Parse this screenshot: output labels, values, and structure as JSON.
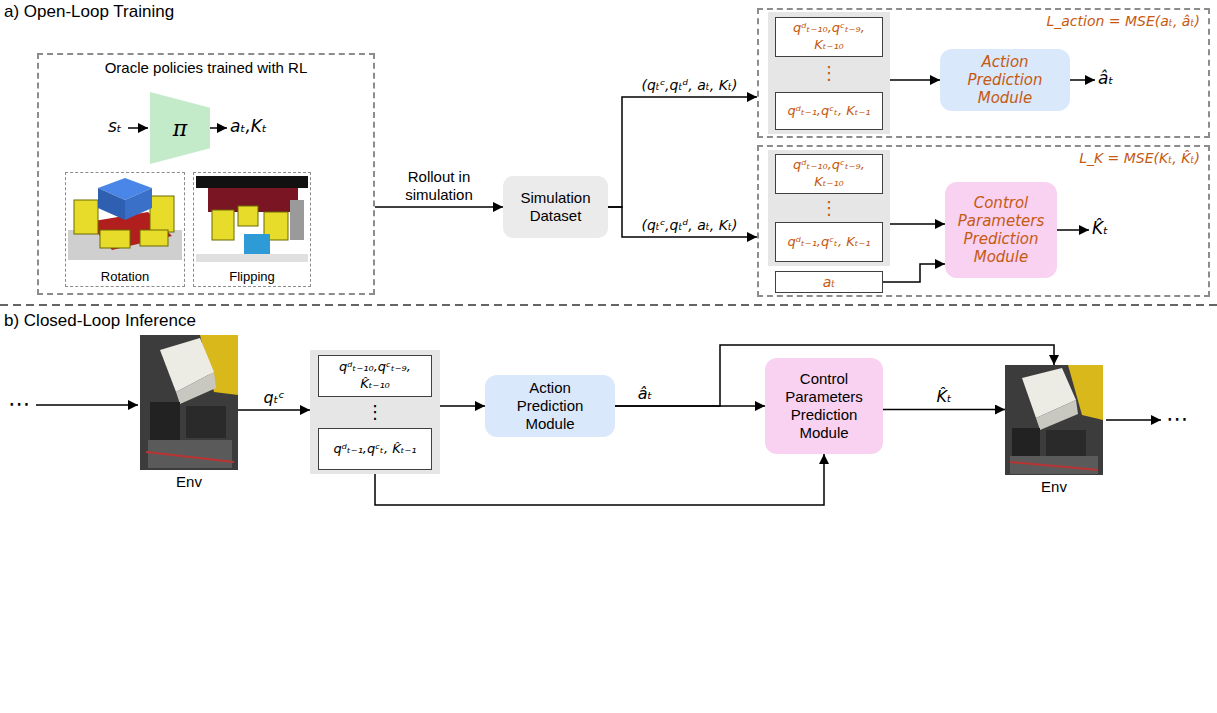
{
  "diagram": {
    "nodes": [
      {
        "text": [
          "Oracle policies trained with RL"
        ]
      },
      {
        "text": [
          "π"
        ],
        "in": 0
      },
      {
        "text": [
          "Rotation"
        ],
        "in": 0
      },
      {
        "text": [
          "Flipping"
        ],
        "in": 0
      },
      {
        "text": [
          "Simulation Dataset"
        ]
      },
      {
        "text": [
          "L_action = MSE(aₜ, âₜ)"
        ]
      },
      {
        "text": [
          "⋮"
        ],
        "in": 5
      },
      {
        "text": [
          "qᵈₜ₋₁₀,qᶜₜ₋₉, Kₜ₋₁₀"
        ],
        "in": 6
      },
      {
        "text": [
          "qᵈₜ₋₁,qᶜₜ, Kₜ₋₁"
        ],
        "in": 6
      },
      {
        "text": [
          "Action Prediction Module"
        ],
        "in": 5
      },
      {
        "text": [
          "L_K = MSE(Kₜ, K̂ₜ)"
        ]
      },
      {
        "text": [
          "⋮"
        ],
        "in": 10
      },
      {
        "text": [
          "qᵈₜ₋₁₀,qᶜₜ₋₉, Kₜ₋₁₀"
        ],
        "in": 11
      },
      {
        "text": [
          "qᵈₜ₋₁,qᶜₜ, Kₜ₋₁"
        ],
        "in": 11
      },
      {
        "text": [
          "aₜ"
        ],
        "in": 10
      },
      {
        "text": [
          "Control Parameters Prediction Module"
        ],
        "in": 10
      },
      {
        "text": [
          "Env"
        ]
      },
      {
        "text": [
          "⋮"
        ]
      },
      {
        "text": [
          "qᵈₜ₋₁₀,qᶜₜ₋₉, K̂ₜ₋₁₀"
        ],
        "in": 17
      },
      {
        "text": [
          "qᵈₜ₋₁,qᶜₜ, K̂ₜ₋₁"
        ],
        "in": 17
      },
      {
        "text": [
          "Action Prediction Module"
        ]
      },
      {
        "text": [
          "Control Parameters Prediction Module"
        ]
      },
      {
        "text": [
          "Env"
        ]
      }
    ],
    "edges": [
      {
        "from": 0,
        "to": 4,
        "arrow": "to",
        "label": "Rollout in simulation"
      },
      {
        "from": 4,
        "to": 5,
        "arrow": "to",
        "label": "(qₜᶜ,qₜᵈ, aₜ, Kₜ)"
      },
      {
        "from": 4,
        "to": 10,
        "arrow": "to",
        "label": "(qₜᶜ,qₜᵈ, aₜ, Kₜ)"
      },
      {
        "from": 6,
        "to": 9,
        "arrow": "to"
      },
      {
        "from": 11,
        "to": 15,
        "arrow": "to"
      },
      {
        "from": 14,
        "to": 15,
        "arrow": "to"
      },
      {
        "from": 16,
        "to": 17,
        "arrow": "to",
        "label": "qₜᶜ"
      },
      {
        "from": 17,
        "to": 20,
        "arrow": "to"
      },
      {
        "from": 20,
        "to": 21,
        "arrow": "to",
        "label": "âₜ"
      },
      {
        "from": 20,
        "to": 22,
        "arrow": "to"
      },
      {
        "from": 21,
        "to": 22,
        "arrow": "to",
        "label": "K̂ₜ"
      },
      {
        "from": 17,
        "to": 21,
        "arrow": "to"
      }
    ],
    "labels": [
      "a) Open-Loop Training",
      "sₜ",
      "aₜ,Kₜ",
      "âₜ",
      "K̂ₜ",
      "b) Closed-Loop Inference",
      "⋯",
      "⋯"
    ]
  }
}
